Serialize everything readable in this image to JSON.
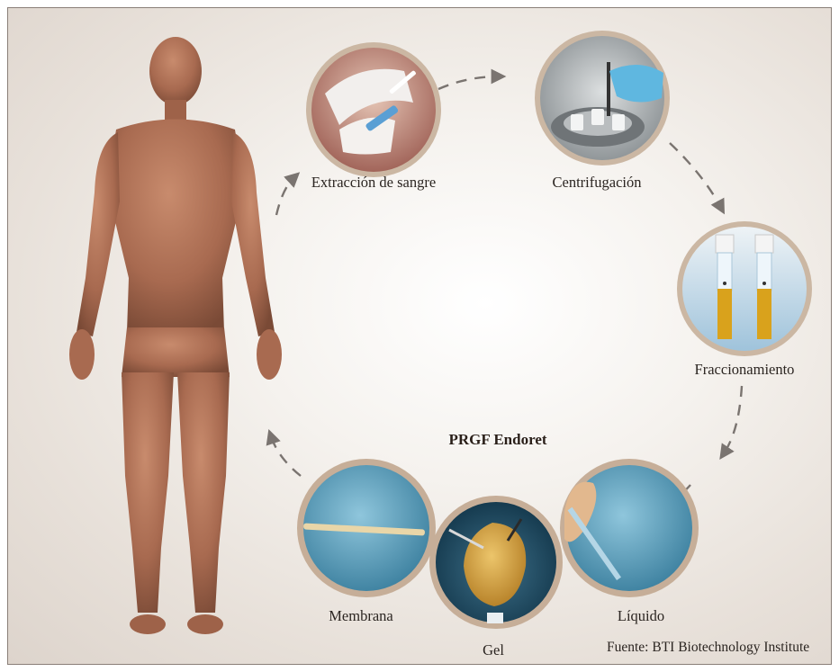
{
  "diagram": {
    "title": "PRGF Endoret",
    "steps": [
      {
        "label": "Extracción de sangre",
        "icon": "blood-draw-photo"
      },
      {
        "label": "Centrifugación",
        "icon": "centrifuge-photo"
      },
      {
        "label": "Fraccionamiento",
        "icon": "plasma-tubes-photo"
      }
    ],
    "products": [
      {
        "label": "Membrana",
        "icon": "membrane-photo"
      },
      {
        "label": "Gel",
        "icon": "gel-photo"
      },
      {
        "label": "Líquido",
        "icon": "liquid-photo"
      }
    ],
    "source": "Fuente: BTI Biotechnology Institute",
    "colors": {
      "arrow": "#7a7470",
      "ring": "#c2ab95",
      "plasma": "#d9a21c",
      "skin": "#b97a5e"
    }
  }
}
